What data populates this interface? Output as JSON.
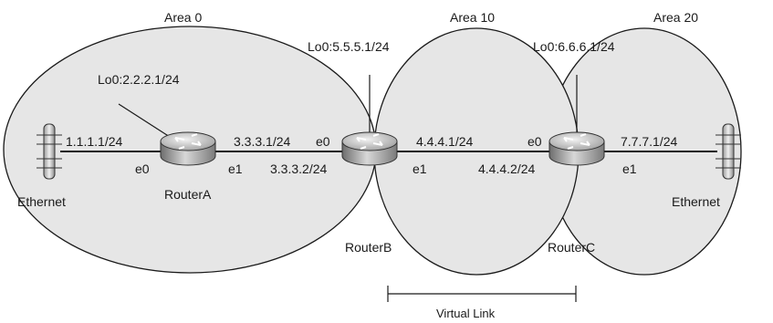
{
  "areas": {
    "area0": "Area 0",
    "area10": "Area 10",
    "area20": "Area 20"
  },
  "routers": {
    "a": {
      "name": "RouterA",
      "loopback": "Lo0:2.2.2.1/24"
    },
    "b": {
      "name": "RouterB",
      "loopback": "Lo0:5.5.5.1/24"
    },
    "c": {
      "name": "RouterC",
      "loopback": "Lo0:6.6.6.1/24"
    }
  },
  "interfaces": {
    "a_lan_ip": "1.1.1.1/24",
    "a_e0": "e0",
    "a_e1": "e1",
    "a_wan_ip": "3.3.3.1/24",
    "b_e0": "e0",
    "b_e0_ip": "3.3.3.2/24",
    "b_e1": "e1",
    "b_e1_ip": "4.4.4.1/24",
    "c_e0": "e0",
    "c_e0_ip": "4.4.4.2/24",
    "c_e1": "e1",
    "c_lan_ip": "7.7.7.1/24"
  },
  "networks": {
    "left": "Ethernet",
    "right": "Ethernet"
  },
  "virtual_link": "Virtual Link"
}
